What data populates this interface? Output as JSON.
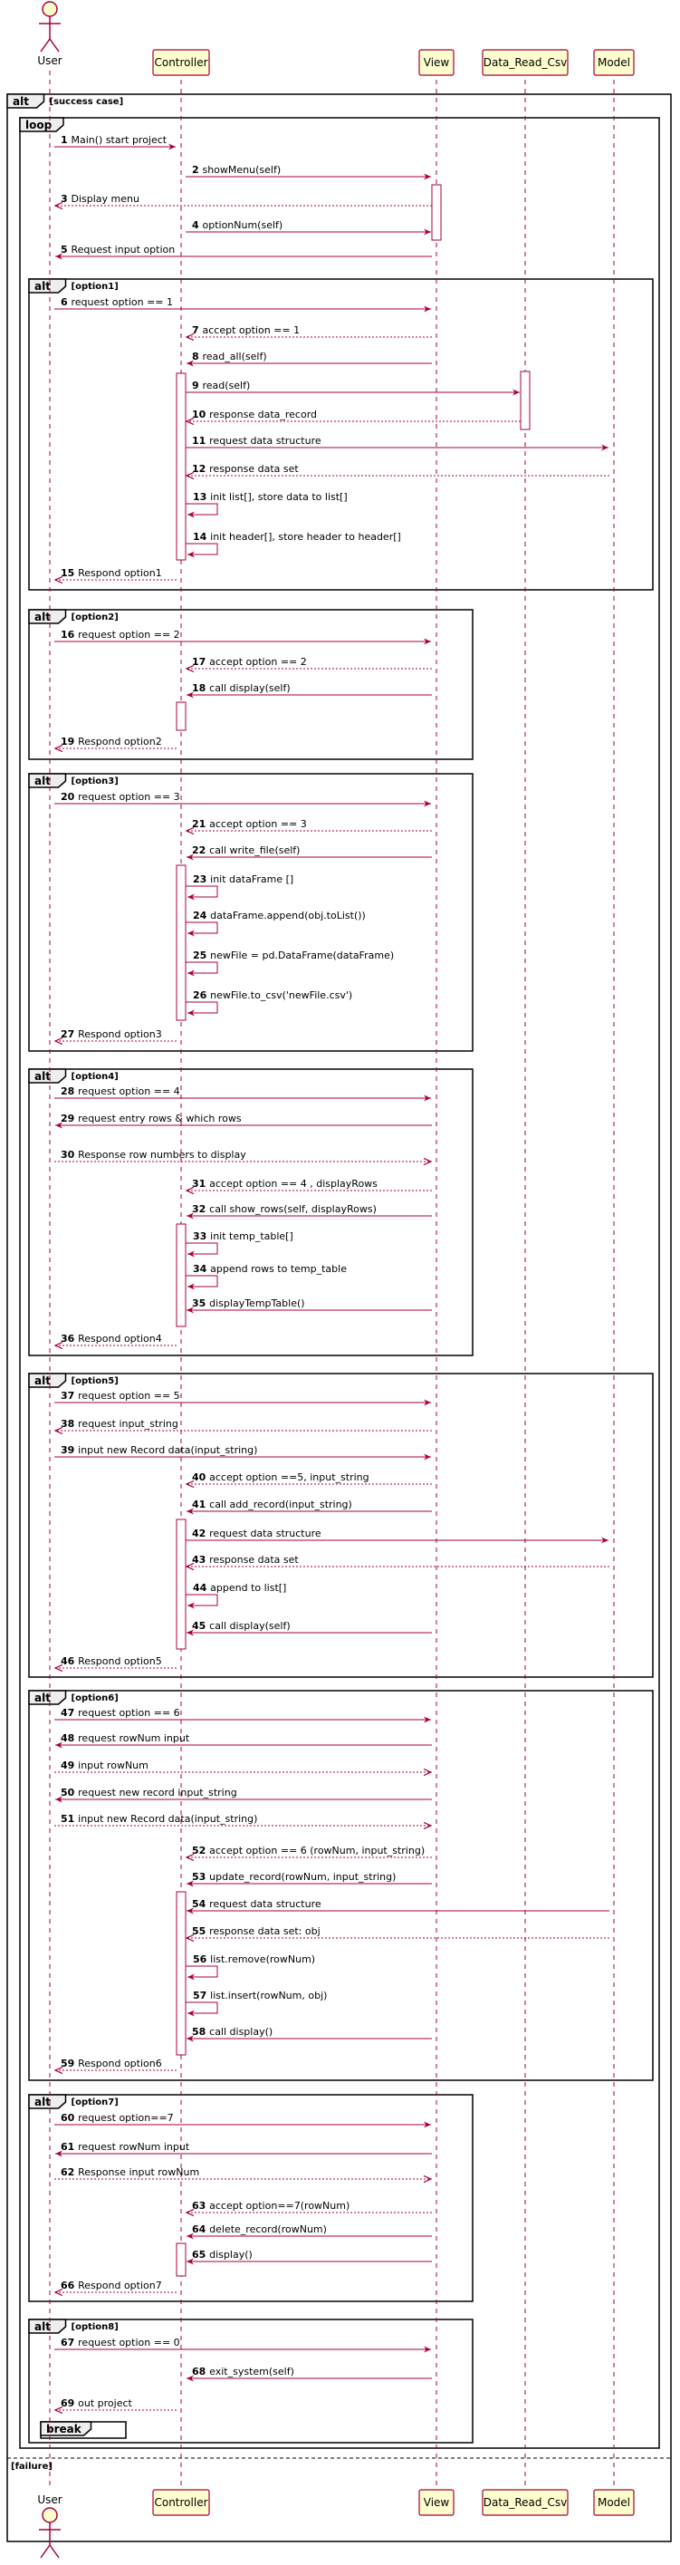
{
  "participants": [
    {
      "id": "user",
      "label": "User",
      "kind": "actor"
    },
    {
      "id": "controller",
      "label": "Controller",
      "kind": "box"
    },
    {
      "id": "view",
      "label": "View",
      "kind": "box"
    },
    {
      "id": "data",
      "label": "Data_Read_Csv",
      "kind": "box"
    },
    {
      "id": "model",
      "label": "Model",
      "kind": "box"
    }
  ],
  "colors": {
    "line": "#a80036",
    "participant_fill": "#fefece",
    "frame_tab": "#eeeeee"
  },
  "frames": [
    {
      "kind": "alt",
      "guard": "[success case]",
      "else_guard": "[failure]"
    },
    {
      "kind": "loop",
      "guard": ""
    },
    {
      "kind": "alt",
      "guard": "[option1]"
    },
    {
      "kind": "alt",
      "guard": "[option2]"
    },
    {
      "kind": "alt",
      "guard": "[option3]"
    },
    {
      "kind": "alt",
      "guard": "[option4]"
    },
    {
      "kind": "alt",
      "guard": "[option5]"
    },
    {
      "kind": "alt",
      "guard": "[option6]"
    },
    {
      "kind": "alt",
      "guard": "[option7]"
    },
    {
      "kind": "alt",
      "guard": "[option8]"
    },
    {
      "kind": "break",
      "guard": ""
    }
  ],
  "messages": [
    {
      "num": "1",
      "text": "Main() start project",
      "from": "user",
      "to": "controller",
      "dashed": false
    },
    {
      "num": "2",
      "text": "showMenu(self)",
      "from": "controller",
      "to": "view",
      "dashed": false
    },
    {
      "num": "3",
      "text": "Display menu",
      "from": "view",
      "to": "user",
      "dashed": true
    },
    {
      "num": "4",
      "text": "optionNum(self)",
      "from": "controller",
      "to": "view",
      "dashed": false
    },
    {
      "num": "5",
      "text": "Request input option",
      "from": "view",
      "to": "user",
      "dashed": false
    },
    {
      "num": "6",
      "text": "request option == 1",
      "from": "user",
      "to": "view",
      "dashed": false
    },
    {
      "num": "7",
      "text": "accept option == 1",
      "from": "view",
      "to": "controller",
      "dashed": true
    },
    {
      "num": "8",
      "text": "read_all(self)",
      "from": "view",
      "to": "controller",
      "dashed": false
    },
    {
      "num": "9",
      "text": "read(self)",
      "from": "controller",
      "to": "data",
      "dashed": false
    },
    {
      "num": "10",
      "text": "response data_record",
      "from": "data",
      "to": "controller",
      "dashed": true
    },
    {
      "num": "11",
      "text": "request data structure",
      "from": "controller",
      "to": "model",
      "dashed": false
    },
    {
      "num": "12",
      "text": "response data set",
      "from": "model",
      "to": "controller",
      "dashed": true
    },
    {
      "num": "13",
      "text": "init list[], store data to list[]",
      "from": "controller",
      "to": "controller",
      "dashed": false
    },
    {
      "num": "14",
      "text": "init header[], store header to header[]",
      "from": "controller",
      "to": "controller",
      "dashed": false
    },
    {
      "num": "15",
      "text": "Respond option1",
      "from": "controller",
      "to": "user",
      "dashed": true
    },
    {
      "num": "16",
      "text": "request option == 2",
      "from": "user",
      "to": "view",
      "dashed": false
    },
    {
      "num": "17",
      "text": "accept option == 2",
      "from": "view",
      "to": "controller",
      "dashed": true
    },
    {
      "num": "18",
      "text": "call display(self)",
      "from": "view",
      "to": "controller",
      "dashed": false
    },
    {
      "num": "19",
      "text": "Respond option2",
      "from": "controller",
      "to": "user",
      "dashed": true
    },
    {
      "num": "20",
      "text": "request option == 3",
      "from": "user",
      "to": "view",
      "dashed": false
    },
    {
      "num": "21",
      "text": "accept option == 3",
      "from": "view",
      "to": "controller",
      "dashed": true
    },
    {
      "num": "22",
      "text": "call write_file(self)",
      "from": "view",
      "to": "controller",
      "dashed": false
    },
    {
      "num": "23",
      "text": "init dataFrame []",
      "from": "controller",
      "to": "controller",
      "dashed": false
    },
    {
      "num": "24",
      "text": "dataFrame.append(obj.toList())",
      "from": "controller",
      "to": "controller",
      "dashed": false
    },
    {
      "num": "25",
      "text": "newFile = pd.DataFrame(dataFrame)",
      "from": "controller",
      "to": "controller",
      "dashed": false
    },
    {
      "num": "26",
      "text": "newFile.to_csv('newFile.csv')",
      "from": "controller",
      "to": "controller",
      "dashed": false
    },
    {
      "num": "27",
      "text": "Respond option3",
      "from": "controller",
      "to": "user",
      "dashed": true
    },
    {
      "num": "28",
      "text": "request option == 4",
      "from": "user",
      "to": "view",
      "dashed": false
    },
    {
      "num": "29",
      "text": "request entry rows & which rows",
      "from": "view",
      "to": "user",
      "dashed": false
    },
    {
      "num": "30",
      "text": "Response row numbers to display",
      "from": "user",
      "to": "view",
      "dashed": true
    },
    {
      "num": "31",
      "text": "accept option == 4 , displayRows",
      "from": "view",
      "to": "controller",
      "dashed": true
    },
    {
      "num": "32",
      "text": "call show_rows(self, displayRows)",
      "from": "view",
      "to": "controller",
      "dashed": false
    },
    {
      "num": "33",
      "text": "init temp_table[]",
      "from": "controller",
      "to": "controller",
      "dashed": false
    },
    {
      "num": "34",
      "text": "append rows to temp_table",
      "from": "controller",
      "to": "controller",
      "dashed": false
    },
    {
      "num": "35",
      "text": "displayTempTable()",
      "from": "view",
      "to": "controller",
      "dashed": false
    },
    {
      "num": "36",
      "text": "Respond option4",
      "from": "controller",
      "to": "user",
      "dashed": true
    },
    {
      "num": "37",
      "text": "request option == 5",
      "from": "user",
      "to": "view",
      "dashed": false
    },
    {
      "num": "38",
      "text": "request input_string",
      "from": "view",
      "to": "user",
      "dashed": true
    },
    {
      "num": "39",
      "text": "input new Record data(input_string)",
      "from": "user",
      "to": "view",
      "dashed": false
    },
    {
      "num": "40",
      "text": "accept option ==5, input_string",
      "from": "view",
      "to": "controller",
      "dashed": true
    },
    {
      "num": "41",
      "text": "call add_record(input_string)",
      "from": "view",
      "to": "controller",
      "dashed": false
    },
    {
      "num": "42",
      "text": "request data structure",
      "from": "controller",
      "to": "model",
      "dashed": false
    },
    {
      "num": "43",
      "text": "response data set",
      "from": "model",
      "to": "controller",
      "dashed": true
    },
    {
      "num": "44",
      "text": "append to list[]",
      "from": "controller",
      "to": "controller",
      "dashed": false
    },
    {
      "num": "45",
      "text": "call display(self)",
      "from": "view",
      "to": "controller",
      "dashed": false
    },
    {
      "num": "46",
      "text": "Respond option5",
      "from": "controller",
      "to": "user",
      "dashed": true
    },
    {
      "num": "47",
      "text": "request option == 6",
      "from": "user",
      "to": "view",
      "dashed": false
    },
    {
      "num": "48",
      "text": "request rowNum input",
      "from": "view",
      "to": "user",
      "dashed": false
    },
    {
      "num": "49",
      "text": "input rowNum",
      "from": "user",
      "to": "view",
      "dashed": true
    },
    {
      "num": "50",
      "text": "request new record input_string",
      "from": "view",
      "to": "user",
      "dashed": false
    },
    {
      "num": "51",
      "text": "input new Record data(input_string)",
      "from": "user",
      "to": "view",
      "dashed": true
    },
    {
      "num": "52",
      "text": "accept option == 6 (rowNum, input_string)",
      "from": "view",
      "to": "controller",
      "dashed": true
    },
    {
      "num": "53",
      "text": "update_record(rowNum, input_string)",
      "from": "view",
      "to": "controller",
      "dashed": false
    },
    {
      "num": "54",
      "text": "request data structure",
      "from": "model",
      "to": "controller",
      "dashed": false
    },
    {
      "num": "55",
      "text": "response data set: obj",
      "from": "model",
      "to": "controller",
      "dashed": true
    },
    {
      "num": "56",
      "text": "list.remove(rowNum)",
      "from": "controller",
      "to": "controller",
      "dashed": false
    },
    {
      "num": "57",
      "text": "list.insert(rowNum, obj)",
      "from": "controller",
      "to": "controller",
      "dashed": false
    },
    {
      "num": "58",
      "text": "call display()",
      "from": "view",
      "to": "controller",
      "dashed": false
    },
    {
      "num": "59",
      "text": "Respond option6",
      "from": "controller",
      "to": "user",
      "dashed": true
    },
    {
      "num": "60",
      "text": "request option==7",
      "from": "user",
      "to": "view",
      "dashed": false
    },
    {
      "num": "61",
      "text": "request rowNum input",
      "from": "view",
      "to": "user",
      "dashed": false
    },
    {
      "num": "62",
      "text": "Response input rowNum",
      "from": "user",
      "to": "view",
      "dashed": true
    },
    {
      "num": "63",
      "text": "accept option==7(rowNum)",
      "from": "view",
      "to": "controller",
      "dashed": true
    },
    {
      "num": "64",
      "text": "delete_record(rowNum)",
      "from": "view",
      "to": "controller",
      "dashed": false
    },
    {
      "num": "65",
      "text": "display()",
      "from": "view",
      "to": "controller",
      "dashed": false
    },
    {
      "num": "66",
      "text": "Respond option7",
      "from": "controller",
      "to": "user",
      "dashed": true
    },
    {
      "num": "67",
      "text": "request option == 0",
      "from": "user",
      "to": "view",
      "dashed": false
    },
    {
      "num": "68",
      "text": "exit_system(self)",
      "from": "view",
      "to": "controller",
      "dashed": false
    },
    {
      "num": "69",
      "text": "out project",
      "from": "controller",
      "to": "user",
      "dashed": true
    }
  ]
}
